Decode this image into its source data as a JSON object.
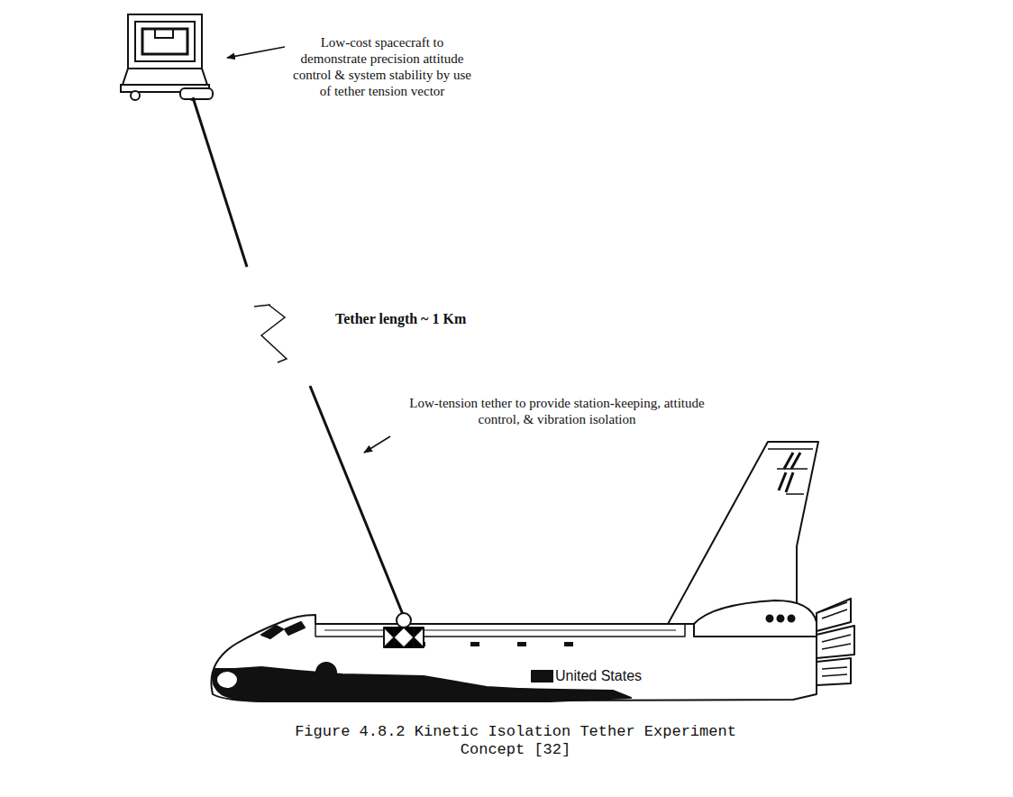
{
  "diagram": {
    "caption": "Figure 4.8.2 Kinetic Isolation Tether Experiment Concept [32]",
    "labels": [
      "Low-cost spacecraft to demonstrate precision attitude control & system stability by use of tether tension vector",
      "Tether length ~ 1 Km",
      "Low-tension tether to provide station-keeping, attitude control, & vibration isolation",
      "United States"
    ]
  }
}
